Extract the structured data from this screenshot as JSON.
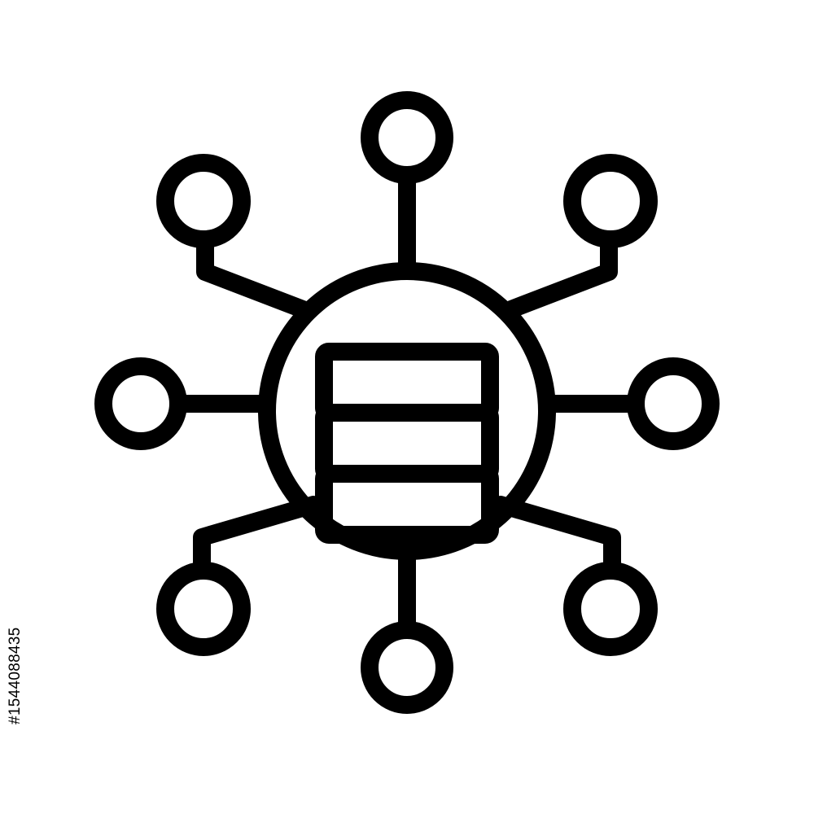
{
  "image": {
    "subject": "network-database-hub-icon",
    "stroke_color": "#000000",
    "background_color": "#ffffff"
  },
  "icon": {
    "hub": "database-server-icon",
    "node_count": 8,
    "database_layers": 3
  },
  "watermark": {
    "stock_id": "#1544088435"
  }
}
